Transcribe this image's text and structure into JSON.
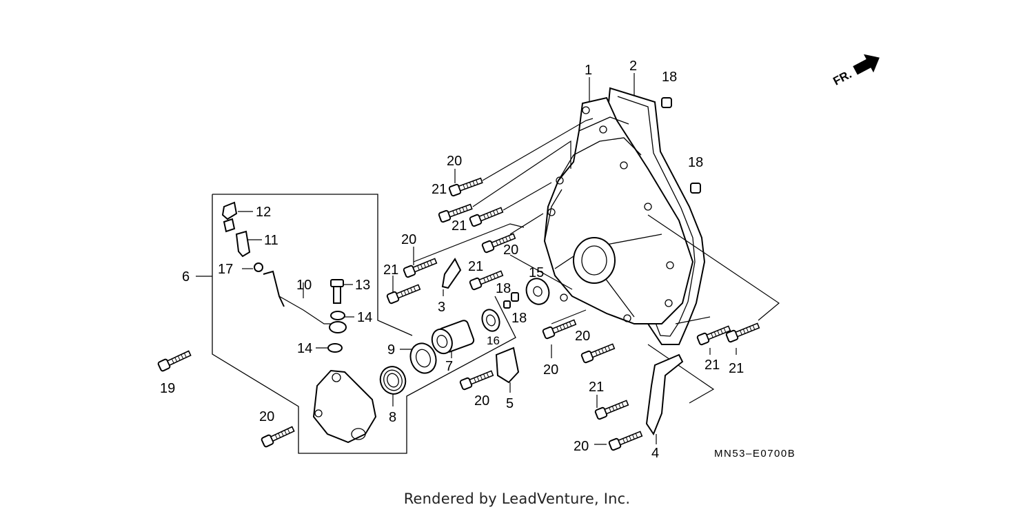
{
  "diagram": {
    "code": "MN53–E0700B",
    "front_label": "FR.",
    "callouts": {
      "c1": "1",
      "c2": "2",
      "c3": "3",
      "c4": "4",
      "c5": "5",
      "c6": "6",
      "c7": "7",
      "c8": "8",
      "c9": "9",
      "c10": "10",
      "c11": "11",
      "c12": "12",
      "c13": "13",
      "c14a": "14",
      "c14b": "14",
      "c15": "15",
      "c16": "16",
      "c17": "17",
      "c18a": "18",
      "c18b": "18",
      "c18c": "18",
      "c18d": "18",
      "c19": "19",
      "c20a": "20",
      "c20b": "20",
      "c20c": "20",
      "c20d": "20",
      "c20e": "20",
      "c20f": "20",
      "c20g": "20",
      "c20h": "20",
      "c21a": "21",
      "c21b": "21",
      "c21c": "21",
      "c21d": "21",
      "c21e": "21",
      "c21f": "21",
      "c21g": "21"
    }
  },
  "footer": {
    "text": "Rendered by LeadVenture, Inc."
  }
}
